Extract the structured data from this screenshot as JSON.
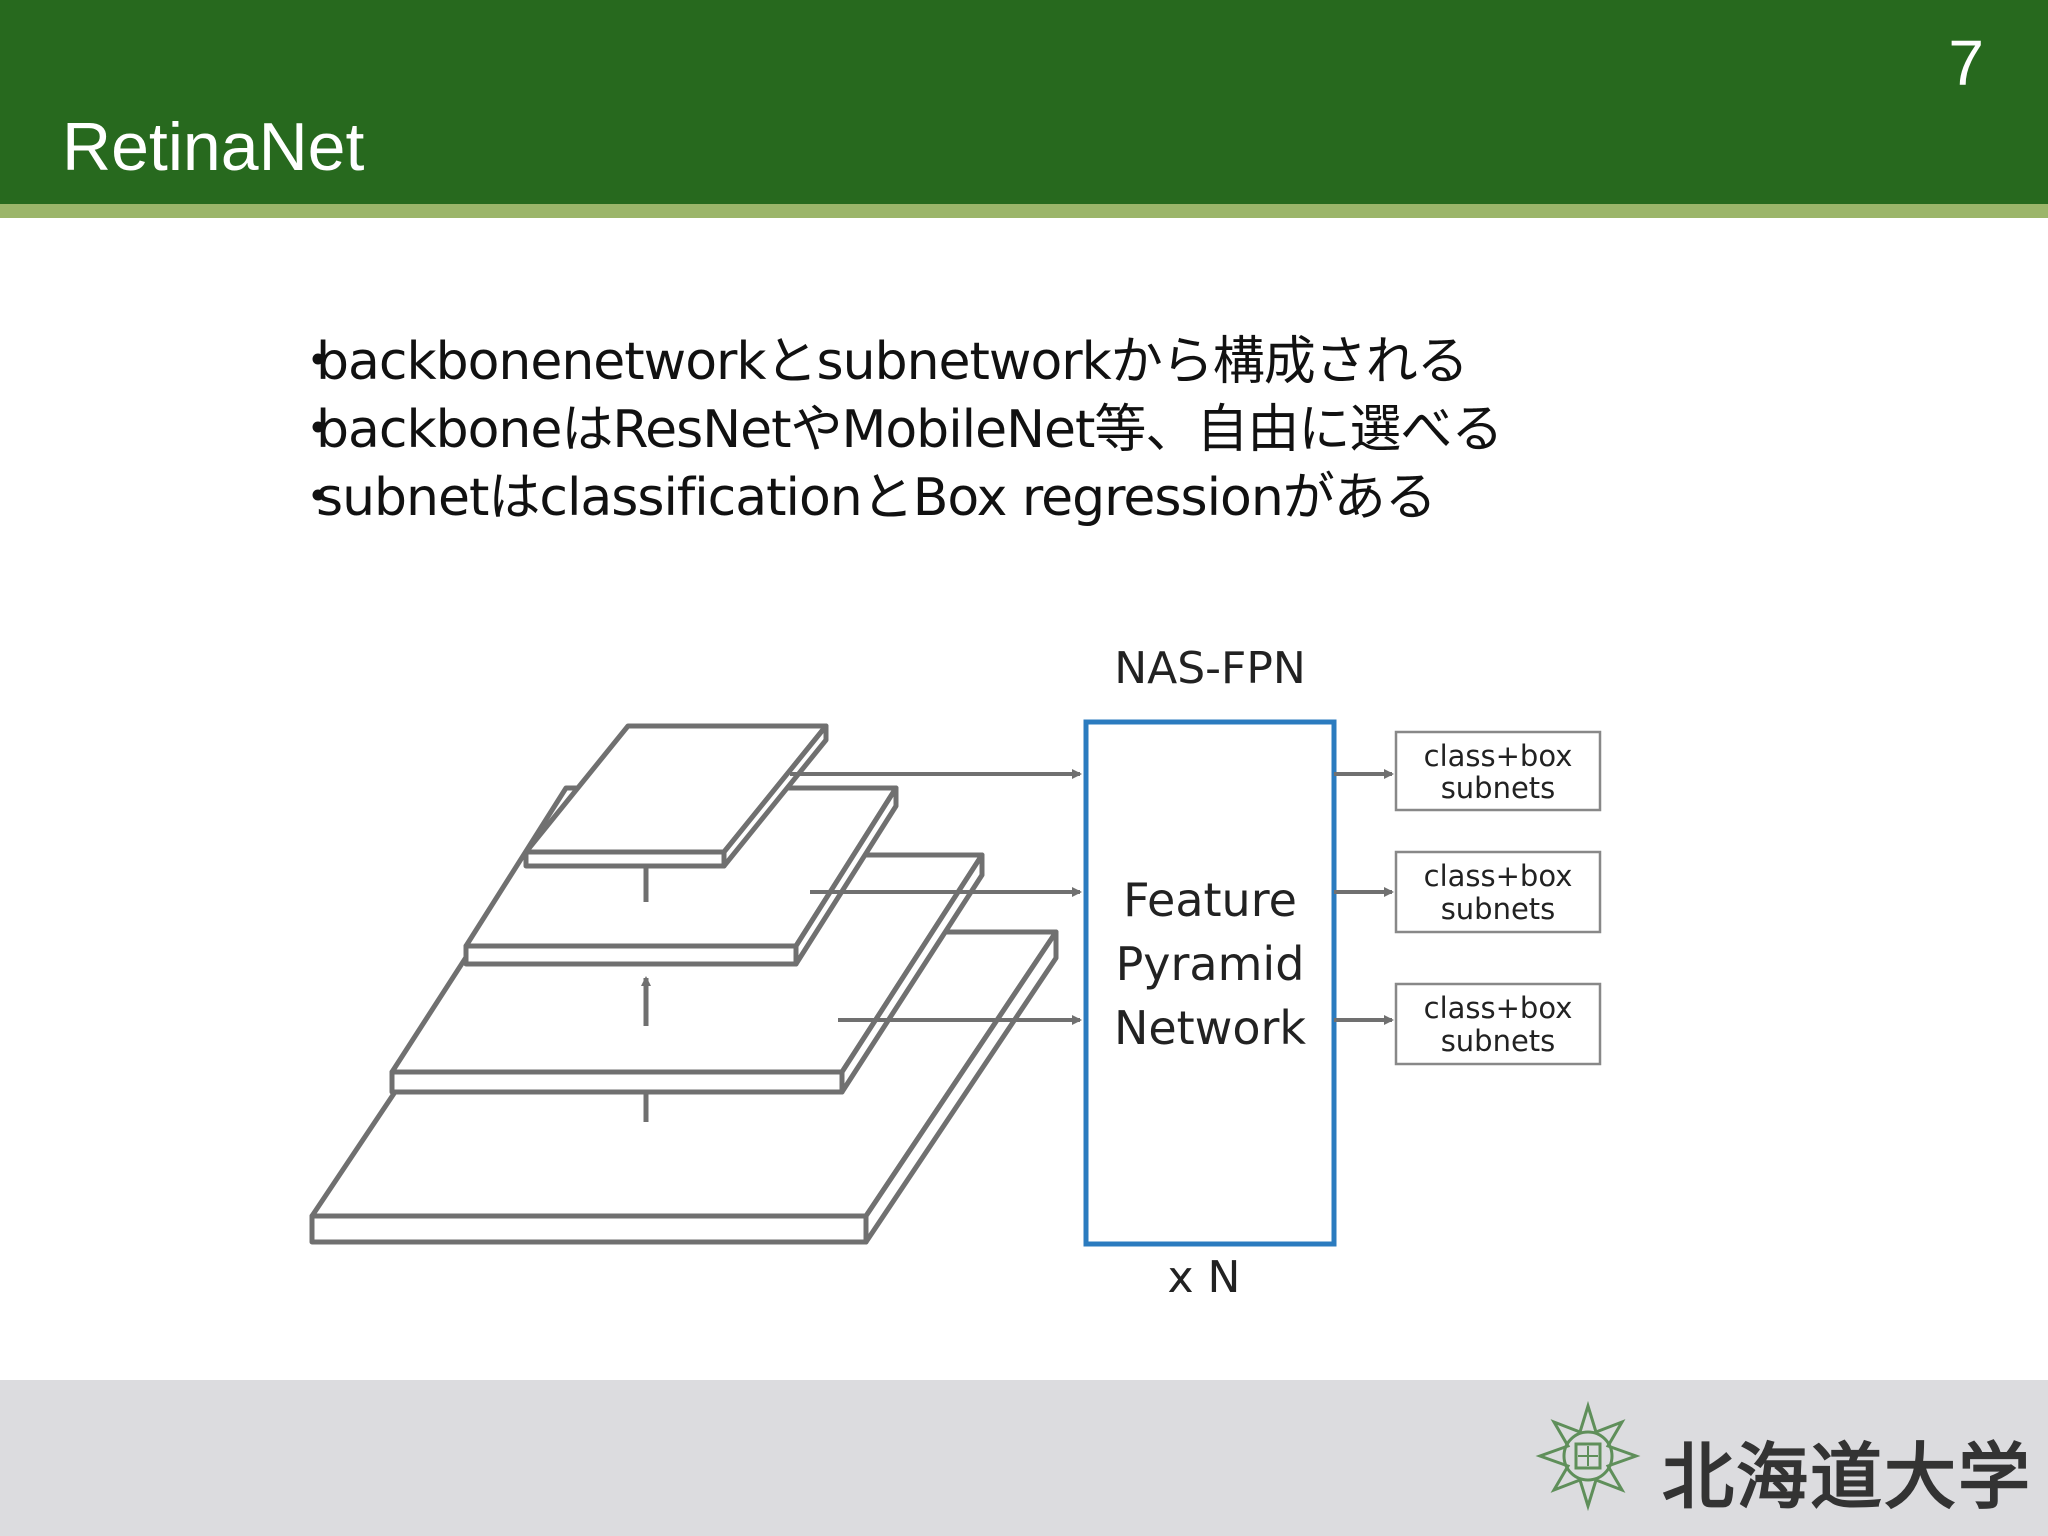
{
  "slide": {
    "title": "RetinaNet",
    "page_number": "7"
  },
  "bullets": [
    {
      "mark": "・",
      "text": "backbonenetworkとsubnetworkから構成される"
    },
    {
      "mark": "・",
      "text": "backboneはResNetやMobileNet等、自由に選べる"
    },
    {
      "mark": "・",
      "text": "subnetはclassificationとBox regressionがある"
    }
  ],
  "diagram": {
    "top_label": "NAS-FPN",
    "fpn_lines": [
      "Feature",
      "Pyramid",
      "Network"
    ],
    "repeat_label": "x N",
    "subnets": [
      {
        "line1": "class+box",
        "line2": "subnets"
      },
      {
        "line1": "class+box",
        "line2": "subnets"
      },
      {
        "line1": "class+box",
        "line2": "subnets"
      }
    ],
    "colors": {
      "fpn_border": "#2b7bbf",
      "layer_stroke": "#707070"
    }
  },
  "footer": {
    "university": "北海道大学",
    "emblem_icon": "hokkaido-university-emblem-icon"
  },
  "theme": {
    "header": "#27691e",
    "stripe": "#9bb56a",
    "footer": "#dcdcdf"
  }
}
